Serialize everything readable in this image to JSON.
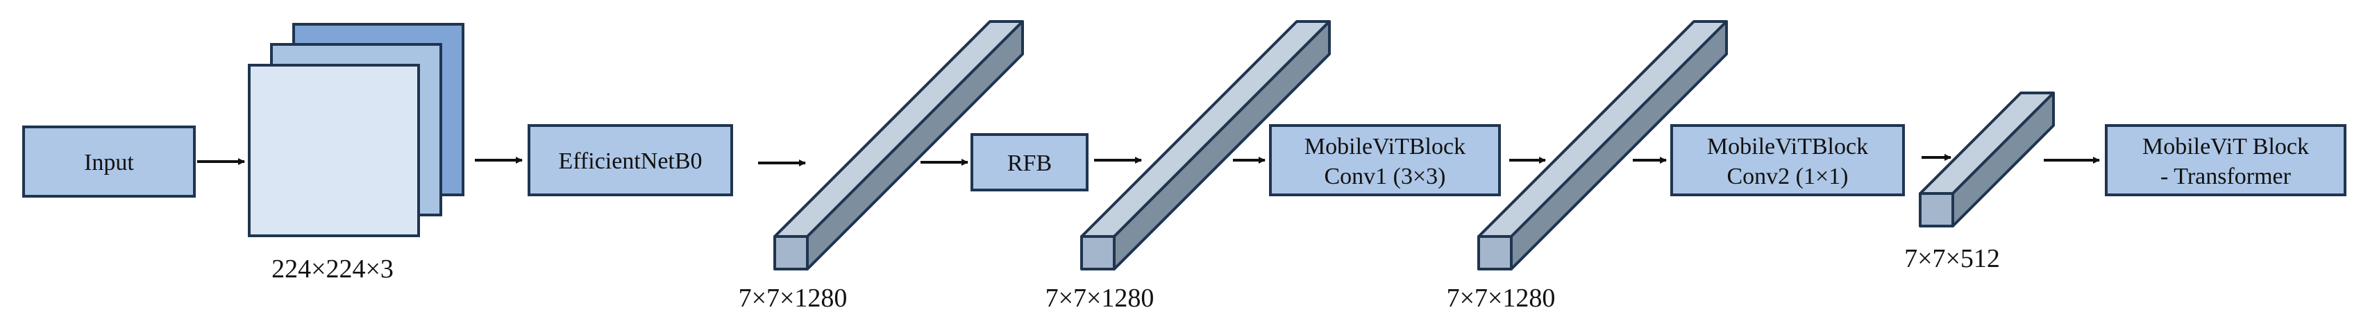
{
  "colors": {
    "box_fill": "#aec7e6",
    "box_stroke": "#1f3550",
    "image_front": "#dbe6f4",
    "image_mid": "#a9c3e3",
    "image_back": "#7fa5d6",
    "bar_front": "#a3b6cc",
    "bar_top": "#c3d0de",
    "bar_side": "#7d8e9e",
    "arrow": "#111111"
  },
  "nodes": {
    "input": {
      "label": "Input"
    },
    "image": {
      "dims": "224×224×3"
    },
    "efficientnet": {
      "label": "EfficientNetB0"
    },
    "feature_1": {
      "dims": "7×7×1280"
    },
    "rfb": {
      "label": "RFB"
    },
    "feature_2": {
      "dims": "7×7×1280"
    },
    "conv1": {
      "line1": "MobileViTBlock",
      "line2": "Conv1 (3×3)"
    },
    "feature_3": {
      "dims": "7×7×1280"
    },
    "conv2": {
      "line1": "MobileViTBlock",
      "line2": "Conv2 (1×1)"
    },
    "feature_4": {
      "dims": "7×7×512"
    },
    "transformer": {
      "line1": "MobileViT Block",
      "line2": "- Transformer"
    }
  }
}
